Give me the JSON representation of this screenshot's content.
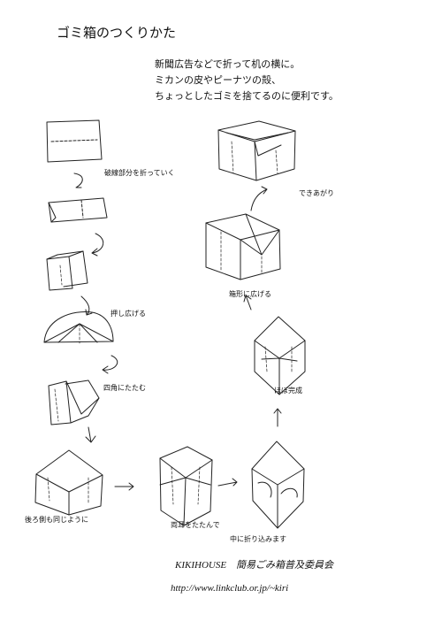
{
  "title": "ゴミ箱のつくりかた",
  "intro": [
    "新聞広告などで折って机の横に。",
    "ミカンの皮やピーナツの殻、",
    "ちょっとしたゴミを捨てるのに便利です。"
  ],
  "steps": {
    "fold_dashed": "破線部分を折っていく",
    "push_spread": "押し広げる",
    "fold_square": "四角にたたむ",
    "back_same": "後ろ側も同じように",
    "fold_ears": "両耳をたたんで",
    "tuck_in": "中に折り込みます",
    "almost_done": "ほぼ完成",
    "open_box": "箱形に広げる",
    "done": "できあがり"
  },
  "footer": {
    "credit": "KIKIHOUSE　簡易ごみ箱普及委員会",
    "url": "http://www.linkclub.or.jp/~kiri"
  }
}
